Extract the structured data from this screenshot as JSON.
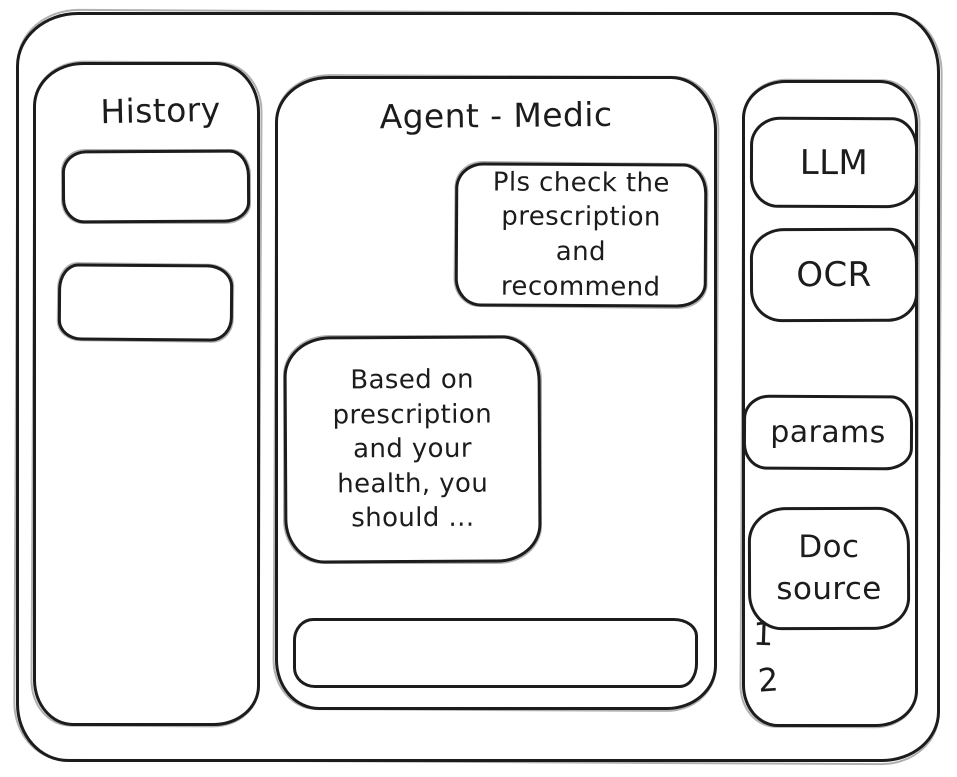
{
  "window": {
    "background_color": "#ffffff",
    "ink_color": "#1c1c1c"
  },
  "history_panel": {
    "title": "History",
    "items": [
      "",
      ""
    ]
  },
  "chat_panel": {
    "title": "Agent - Medic",
    "messages": [
      {
        "role": "user",
        "text": "Pls check the prescription and recommend"
      },
      {
        "role": "assistant",
        "text": "Based on prescription and your health, you should ..."
      }
    ],
    "input": {
      "value": ""
    }
  },
  "tools_panel": {
    "buttons": [
      {
        "id": "llm",
        "label": "LLM"
      },
      {
        "id": "ocr",
        "label": "OCR"
      },
      {
        "id": "params",
        "label": "params"
      },
      {
        "id": "doc-source",
        "label": "Doc source"
      }
    ],
    "doc_source_items": [
      "1",
      "2"
    ]
  }
}
